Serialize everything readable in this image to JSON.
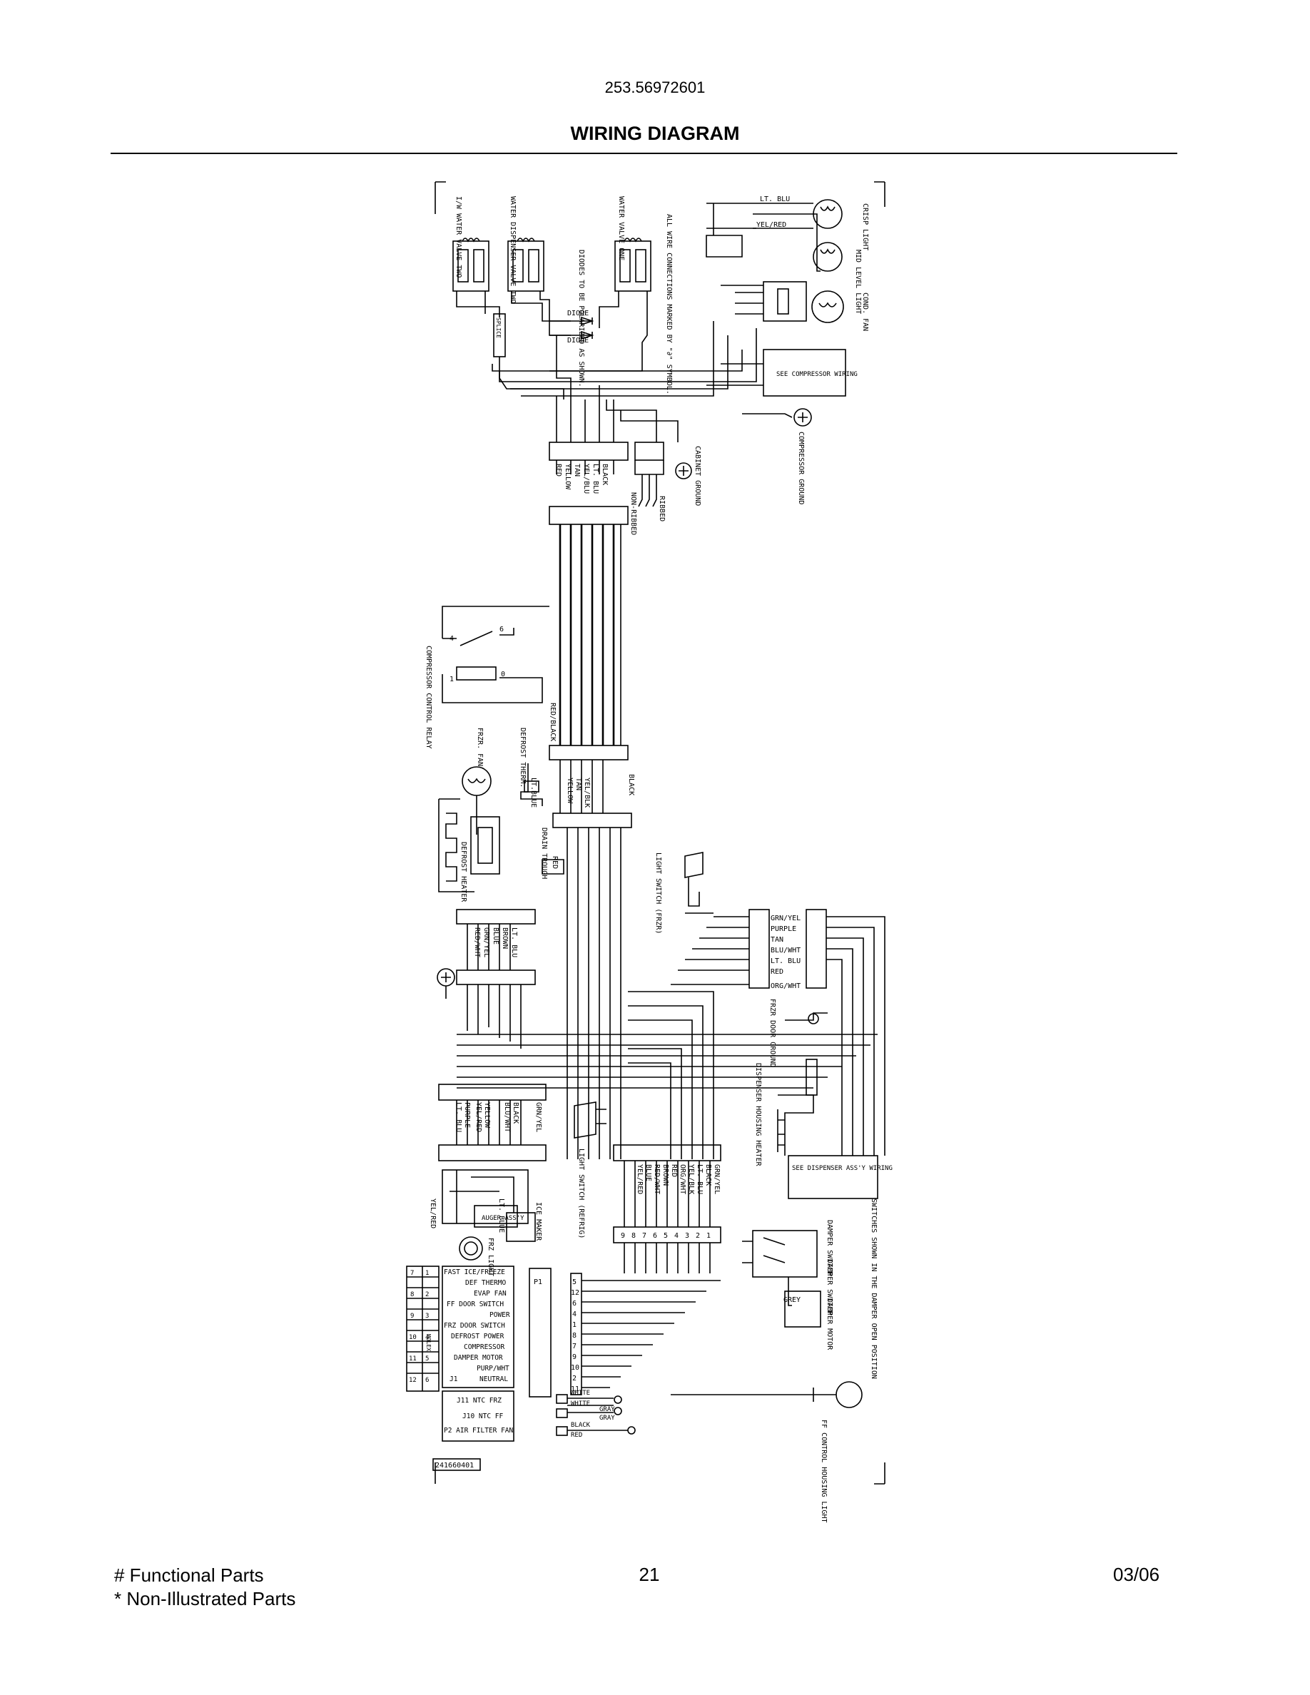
{
  "header": {
    "model_number": "253.56972601",
    "title": "WIRING DIAGRAM"
  },
  "diagram": {
    "valves": [
      "I/W WATER VALVE TWO",
      "WATER DISPENSER VALVE TWO",
      "WATER VALVE ONE"
    ],
    "notes": {
      "connections": "ALL WIRE CONNECTIONS MARKED BY \"∂\" SYMBOL.",
      "diodes": "DIODES TO BE POLARIZED AS SHOWN.",
      "switches": "SWITCHES SHOWN IN THE DAMPER OPEN POSITION"
    },
    "diode_label": "DIODE",
    "splice_label": "SPLICE",
    "lights_top": {
      "crisp_light": "CRISP LIGHT",
      "mid_level_light": "MID LEVEL LIGHT",
      "cond_fan": "COND. FAN"
    },
    "top_wires": [
      "LT. BLU",
      "YEL/RED"
    ],
    "see_compressor_wiring": "SEE COMPRESSOR WIRING",
    "compressor_ground": "COMPRESSOR GROUND",
    "cabinet_ground": "CABINET GROUND",
    "ribbed": "RIBBED",
    "non_ribbed": "NON-RIBBED",
    "upper_harness": [
      "BLACK",
      "LT. BLU",
      "YEL/BLU",
      "TAN",
      "YELLOW",
      "RED"
    ],
    "compressor_relay": "COMPRESSOR CONTROL RELAY",
    "relay_pins": [
      "4",
      "6",
      "1",
      "0"
    ],
    "red_black": "RED/BLACK",
    "black": "BLACK",
    "frzr_fan": "FRZR. FAN",
    "defrost_therm": "DEFROST THERM.",
    "lt_blue": "LT.BLUE",
    "mid_harness": [
      "YEL/BLK",
      "TAN",
      "YELLOW"
    ],
    "defrost_heater": "DEFROST HEATER",
    "drain_trough": "DRAIN TROUGH",
    "red": "RED",
    "light_switch_frzr": "LIGHT SWITCH (FRZR)",
    "lower_left_harness": [
      "LT. BLU",
      "BROWN",
      "BLUE",
      "GRN/YEL",
      "RED/WHT"
    ],
    "right_harness": [
      "GRN/YEL",
      "PURPLE",
      "TAN",
      "BLU/WHT",
      "LT. BLU",
      "RED",
      "ORG/WHT"
    ],
    "frzr_door_ground": "FRZR DOOR GROUND",
    "dispenser_housing_heater": "DISPENSER HOUSING HEATER",
    "see_dispenser_wiring": "SEE DISPENSER ASS'Y WIRING",
    "lower_harness_a": [
      "GRN/YEL",
      "BLACK",
      "BLU/WHT",
      "YELLOW",
      "YEL/RED",
      "PURPLE",
      "LT. BLU"
    ],
    "light_switch_refrig": "LIGHT SWITCH (REFRIG)",
    "lower_harness_b": [
      "GRN/YEL",
      "BLACK",
      "LT. BLU",
      "YEL/BLK",
      "ORG/WHT",
      "RED",
      "BROWN",
      "RED/WHT",
      "BLUE",
      "YEL/RED"
    ],
    "ice_maker": "ICE MAKER",
    "auger": "AUGER ASS'Y",
    "yel_red": "YEL/RED",
    "lt_blue2": "LT. BLUE",
    "frz_light": "FRZ LIGHT",
    "damper_switches": [
      "DAMPER SWITCH",
      "DAMPER SWITCH"
    ],
    "damper_motor": "DAMPER MOTOR",
    "grey": "GREY",
    "ff_control_housing_light": "FF CONTROL HOUSING LIGHT",
    "connector_pins_top": [
      "1",
      "2",
      "3",
      "4",
      "5",
      "6",
      "7",
      "8",
      "9"
    ],
    "connector_pins_bottom": [
      "5",
      "12",
      "6",
      "4",
      "1",
      "8",
      "7",
      "9",
      "10",
      "2",
      "11"
    ],
    "molex_grid": [
      [
        "7",
        "1"
      ],
      [
        "8",
        "2"
      ],
      [
        "9",
        "3"
      ],
      [
        "10",
        "4"
      ],
      [
        "11",
        "5"
      ],
      [
        "12",
        "6"
      ]
    ],
    "molex_label": "MOLEX",
    "pin_functions": [
      "FAST ICE/FREEZE",
      "DEF THERMO",
      "EVAP FAN",
      "FF DOOR SWITCH",
      "POWER",
      "FRZ DOOR SWITCH",
      "DEFROST POWER",
      "COMPRESSOR",
      "DAMPER MOTOR",
      "PURP/WHT",
      "NEUTRAL"
    ],
    "j_label": "J1",
    "p1": "P1",
    "sensors": [
      "J11 NTC FRZ",
      "J10 NTC FF",
      "P2 AIR FILTER FAN"
    ],
    "sensor_wires": [
      "WHITE",
      "WHITE",
      "GRAY",
      "GRAY",
      "BLACK",
      "RED"
    ],
    "part_number": "241660401"
  },
  "footer": {
    "legend_1": "# Functional Parts",
    "legend_2": "* Non-Illustrated Parts",
    "page": "21",
    "date": "03/06"
  }
}
